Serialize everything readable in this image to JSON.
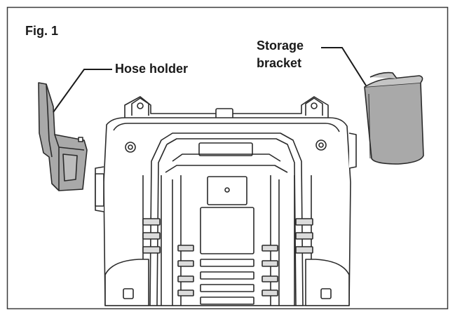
{
  "figure": {
    "label": "Fig. 1"
  },
  "callouts": {
    "hose_holder": "Hose holder",
    "storage_bracket_line1": "Storage",
    "storage_bracket_line2": "bracket"
  },
  "colors": {
    "outline": "#2a2a2a",
    "part_fill_gray": "#a9a9a9",
    "body_fill": "#ffffff",
    "frame": "#3a3a3a"
  }
}
